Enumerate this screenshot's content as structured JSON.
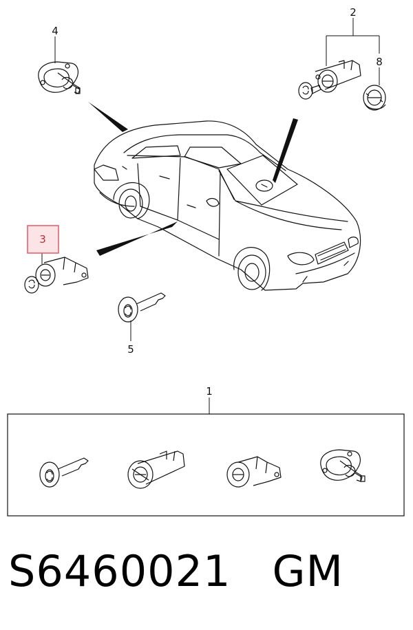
{
  "callouts": {
    "c1": "1",
    "c2": "2",
    "c3": "3",
    "c4": "4",
    "c5": "5",
    "c8": "8"
  },
  "footer": {
    "part_number": "S6460021",
    "brand": "GM"
  },
  "colors": {
    "highlight_border": "#e05a6a",
    "highlight_fill": "#fbe3e6",
    "line": "#111111"
  },
  "icons": [
    "car-illustration",
    "key-icon",
    "ignition-cylinder-icon",
    "door-lock-cylinder-icon",
    "trunk-lock-icon",
    "ring-icon"
  ]
}
